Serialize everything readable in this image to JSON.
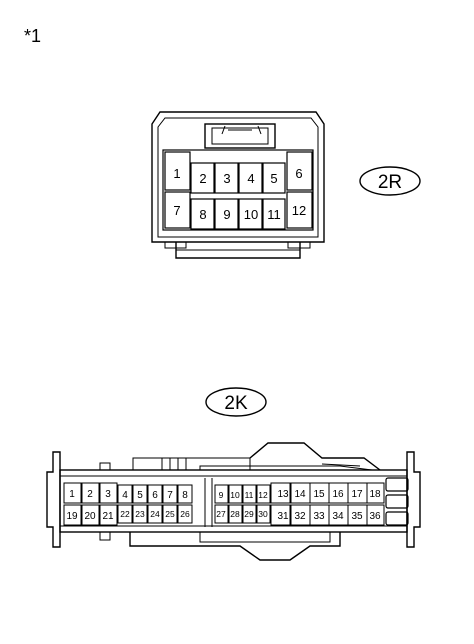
{
  "figure": {
    "note_marker": "*1",
    "connector_2r": {
      "label": "2R",
      "pins_top": [
        "1",
        "2",
        "3",
        "4",
        "5",
        "6"
      ],
      "pins_bottom": [
        "7",
        "8",
        "9",
        "10",
        "11",
        "12"
      ]
    },
    "connector_2k": {
      "label": "2K",
      "left_top": [
        "1",
        "2",
        "3",
        "4",
        "5",
        "6",
        "7",
        "8"
      ],
      "left_bottom": [
        "19",
        "20",
        "21",
        "22",
        "23",
        "24",
        "25",
        "26"
      ],
      "right_top": [
        "9",
        "10",
        "11",
        "12",
        "13",
        "14",
        "15",
        "16",
        "17",
        "18"
      ],
      "right_bottom": [
        "27",
        "28",
        "29",
        "30",
        "31",
        "32",
        "33",
        "34",
        "35",
        "36"
      ]
    }
  }
}
